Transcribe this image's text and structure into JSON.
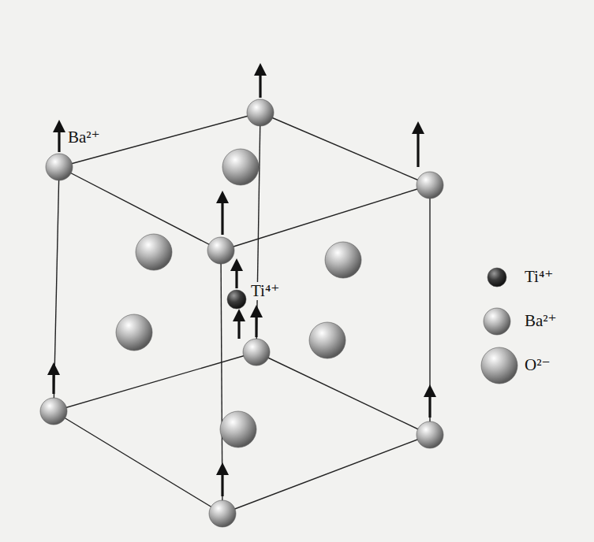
{
  "diagram": {
    "labels": [
      "Ba²⁺",
      "Ti⁴⁺"
    ],
    "legend": [
      {
        "text": "Ti⁴⁺"
      },
      {
        "text": "Ba²⁺"
      },
      {
        "text": "O²⁻"
      }
    ]
  }
}
